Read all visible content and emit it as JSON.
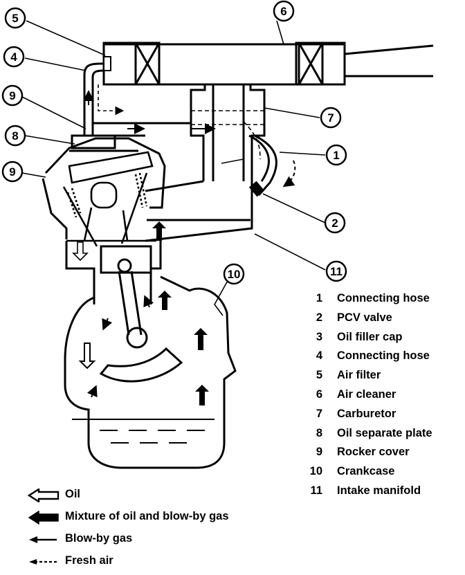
{
  "callouts": [
    "1",
    "2",
    "5",
    "4",
    "9",
    "8",
    "9",
    "6",
    "7",
    "11",
    "10"
  ],
  "parts": [
    {
      "number": "1",
      "name": "Connecting hose"
    },
    {
      "number": "2",
      "name": "PCV valve"
    },
    {
      "number": "3",
      "name": "Oil filler cap"
    },
    {
      "number": "4",
      "name": "Connecting hose"
    },
    {
      "number": "5",
      "name": "Air filter"
    },
    {
      "number": "6",
      "name": "Air cleaner"
    },
    {
      "number": "7",
      "name": "Carburetor"
    },
    {
      "number": "8",
      "name": "Oil separate plate"
    },
    {
      "number": "9",
      "name": "Rocker cover"
    },
    {
      "number": "10",
      "name": "Crankcase"
    },
    {
      "number": "11",
      "name": "Intake manifold"
    }
  ],
  "legend": [
    {
      "symbol": "hollow-arrow-icon",
      "label": "Oil"
    },
    {
      "symbol": "solid-arrow-icon",
      "label": "Mixture of oil and blow-by gas"
    },
    {
      "symbol": "thin-arrow-icon",
      "label": "Blow-by gas"
    },
    {
      "symbol": "dashed-arrow-icon",
      "label": "Fresh air"
    }
  ]
}
